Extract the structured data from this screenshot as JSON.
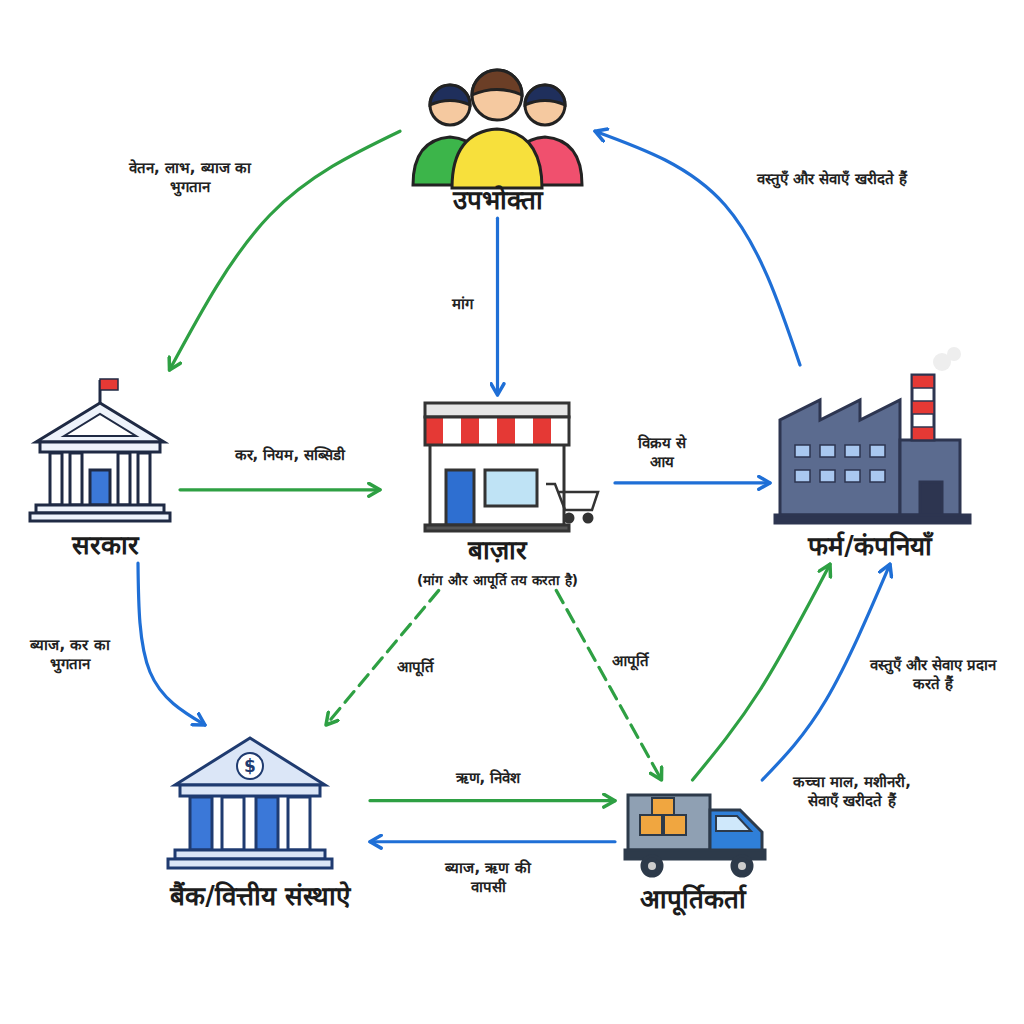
{
  "diagram": {
    "nodes": [
      {
        "text": [
          "उपभोक्ता"
        ]
      },
      {
        "text": [
          "सरकार"
        ]
      },
      {
        "text": [
          "बाज़ार",
          "(मांग और आपूर्ति तय करता है)"
        ]
      },
      {
        "text": [
          "फर्म/कंपनियाँ"
        ]
      },
      {
        "text": [
          "बैंक/वित्तीय संस्थाऐ"
        ]
      },
      {
        "text": [
          "आपूर्तिकर्ता"
        ]
      }
    ],
    "edges": [
      {
        "from": 0,
        "to": 1,
        "label": "वेतन, लाभ, ब्याज का भुगतान",
        "arrow": "to"
      },
      {
        "from": 0,
        "to": 2,
        "label": "मांग",
        "arrow": "to"
      },
      {
        "from": 1,
        "to": 2,
        "label": "कर, नियम, सब्सिडी",
        "arrow": "to"
      },
      {
        "from": 2,
        "to": 3,
        "label": "विक्रय से आय",
        "arrow": "to"
      },
      {
        "from": 3,
        "to": 0,
        "label": "वस्तुएँ और सेवाएँ खरीदते हैं",
        "arrow": "to"
      },
      {
        "from": 1,
        "to": 4,
        "label": "ब्याज, कर का भुगतान",
        "arrow": "to"
      },
      {
        "from": 2,
        "to": 4,
        "label": "आपूर्ति",
        "arrow": "to"
      },
      {
        "from": 2,
        "to": 5,
        "label": "आपूर्ति",
        "arrow": "to"
      },
      {
        "from": 4,
        "to": 5,
        "label": "ऋण, निवेश",
        "arrow": "to"
      },
      {
        "from": 5,
        "to": 4,
        "label": "ब्याज, ऋण की वापसी",
        "arrow": "to"
      },
      {
        "from": 5,
        "to": 3,
        "label": "कच्चा माल, मशीनरी, सेवाएँ खरीदते हैं",
        "arrow": "to"
      },
      {
        "from": 5,
        "to": 3,
        "label": "वस्तुएँ और सेवाए प्रदान करते हैं",
        "arrow": "to"
      }
    ],
    "labels": [
      "$"
    ]
  }
}
